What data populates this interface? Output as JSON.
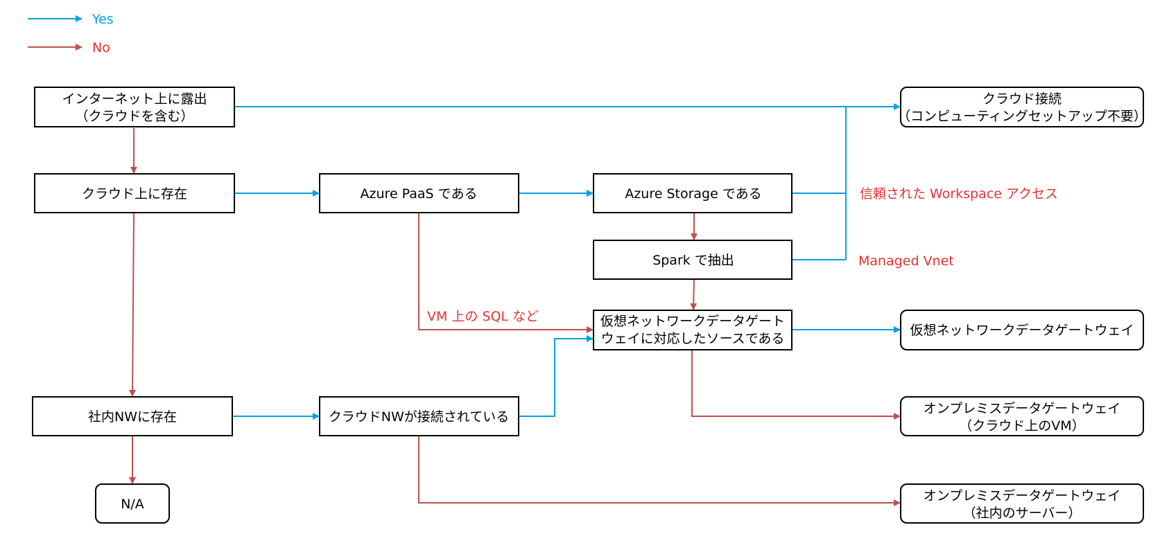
{
  "colors": {
    "yes": "#00a0e9",
    "no": "#c0504d",
    "label_red": "#e83030"
  },
  "legend": {
    "yes_label": "Yes",
    "no_label": "No"
  },
  "nodes": {
    "internet_exposed": {
      "line1": "インターネット上に露出",
      "line2": "（クラウドを含む）"
    },
    "on_cloud": {
      "line1": "クラウド上に存在"
    },
    "azure_paas": {
      "line1": "Azure PaaS である"
    },
    "azure_storage": {
      "line1": "Azure Storage である"
    },
    "spark_extract": {
      "line1": "Spark で抽出"
    },
    "vnet_gateway_source": {
      "line1": "仮想ネットワークデータゲート",
      "line2": "ウェイに対応したソースである"
    },
    "on_premises": {
      "line1": "社内NWに存在"
    },
    "cloud_nw_connected": {
      "line1": "クラウドNWが接続されている"
    },
    "na": {
      "line1": "N/A"
    },
    "cloud_connection": {
      "line1": "クラウド接続",
      "line2": "（コンピューティングセットアップ不要）"
    },
    "vnet_data_gateway": {
      "line1": "仮想ネットワークデータゲートウェイ"
    },
    "onprem_gateway_cloud_vm": {
      "line1": "オンプレミスデータゲートウェイ",
      "line2": "（クラウド上のVM）"
    },
    "onprem_gateway_server": {
      "line1": "オンプレミスデータゲートウェイ",
      "line2": "（社内のサーバー）"
    }
  },
  "edge_labels": {
    "trusted_workspace": "信頼された Workspace アクセス",
    "managed_vnet": "Managed Vnet",
    "sql_on_vm": "VM 上の SQL など"
  }
}
